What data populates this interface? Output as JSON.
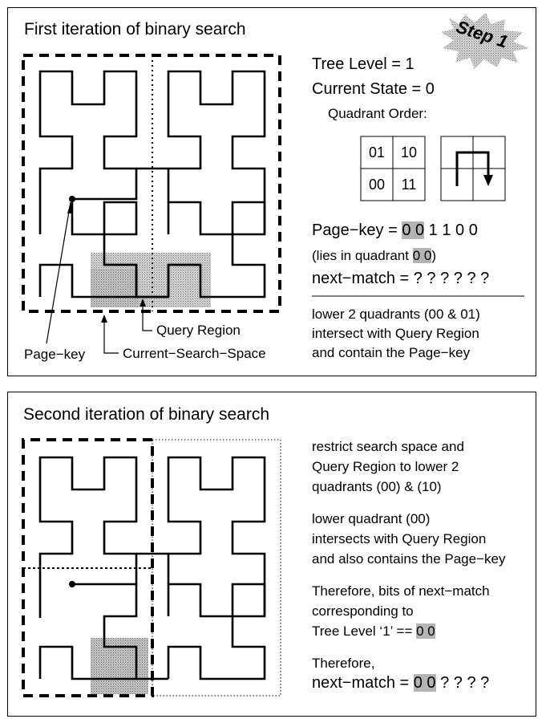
{
  "panel1": {
    "title": "First iteration of binary search",
    "badge": "Step 1",
    "tree_level": "Tree Level = 1",
    "current_state": "Current State = 0",
    "quadrant_order_label": "Quadrant Order:",
    "grid": {
      "top_left": "01",
      "top_right": "10",
      "bottom_left": "00",
      "bottom_right": "11"
    },
    "page_key_prefix": "Page−key = ",
    "page_key_highlight": "0 0",
    "page_key_rest": " 1 1 0 0",
    "lies_prefix": "(lies in quadrant ",
    "lies_highlight": "0 0",
    "lies_suffix": ")",
    "next_match": "next−match = ? ? ? ? ? ?",
    "note_line1": "lower 2 quadrants (00 & 01)",
    "note_line2": "intersect with Query Region",
    "note_line3": "and contain the Page−key",
    "label_query_region": "Query Region",
    "label_page_key": "Page−key",
    "label_search_space": "Current−Search−Space"
  },
  "panel2": {
    "title": "Second iteration of binary search",
    "p1_line1": "restrict search space  and",
    "p1_line2": "Query Region to lower 2",
    "p1_line3": "quadrants (00) & (10)",
    "p2_line1": "lower quadrant (00)",
    "p2_line2": "intersects with Query Region",
    "p2_line3": "and also contains the Page−key",
    "p3_line1": "Therefore, bits of next−match",
    "p3_line2": "corresponding to",
    "p3_line3_prefix": "Tree Level ‘1’ == ",
    "p3_line3_highlight": "0 0",
    "p4_line1": "Therefore,",
    "next_match_prefix": "next−match = ",
    "next_match_highlight": "0 0",
    "next_match_rest": " ? ? ? ?"
  }
}
